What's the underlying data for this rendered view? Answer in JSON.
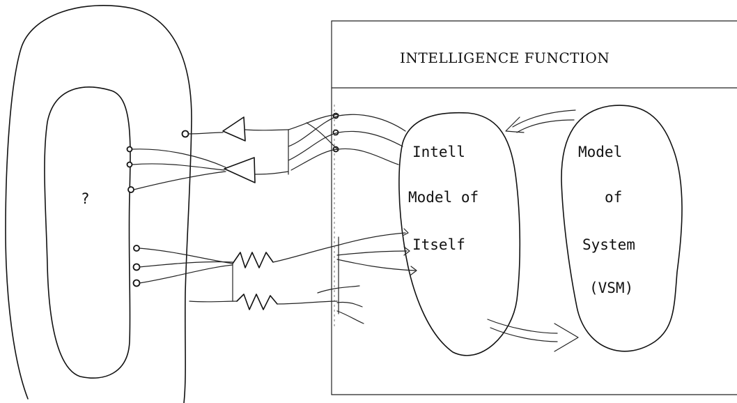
{
  "title": "INTELLIGENCE FUNCTION",
  "environment": {
    "unknown_label": "?"
  },
  "intell_model": {
    "line1": "Intell",
    "line2": "Model of",
    "line3": "Itself"
  },
  "system_model": {
    "line1": "Model",
    "line2": "of",
    "line3": "System",
    "line4": "(VSM)"
  }
}
